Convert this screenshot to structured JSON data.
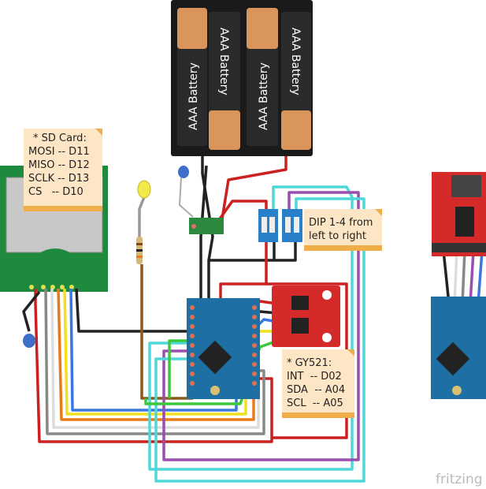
{
  "batteries": {
    "label": "AAA Battery",
    "count": 4
  },
  "sd_note": {
    "lines": [
      "* SD Card:",
      "MOSI -- D11",
      "MISO -- D12",
      "SCLK -- D13",
      "CS   -- D10"
    ]
  },
  "dip_note": {
    "lines": [
      "DIP 1-4 from",
      "left to right"
    ]
  },
  "gy_note": {
    "lines": [
      "* GY521:",
      "INT  -- D02",
      "SDA  -- A04",
      "SCL  -- A05"
    ]
  },
  "logo": "fritzing",
  "colors": {
    "wire_red": "#cc2020",
    "wire_black": "#222222",
    "wire_cyan": "#4fd8d8",
    "wire_purple": "#9a4fb0",
    "wire_blue": "#3a78e0",
    "wire_green": "#3cc83c",
    "wire_yellow": "#f0e020",
    "wire_orange": "#e87c1a",
    "arduino": "#1e6fa3",
    "breakout": "#d42a2a",
    "sd_pcb": "#1f8a3e"
  }
}
